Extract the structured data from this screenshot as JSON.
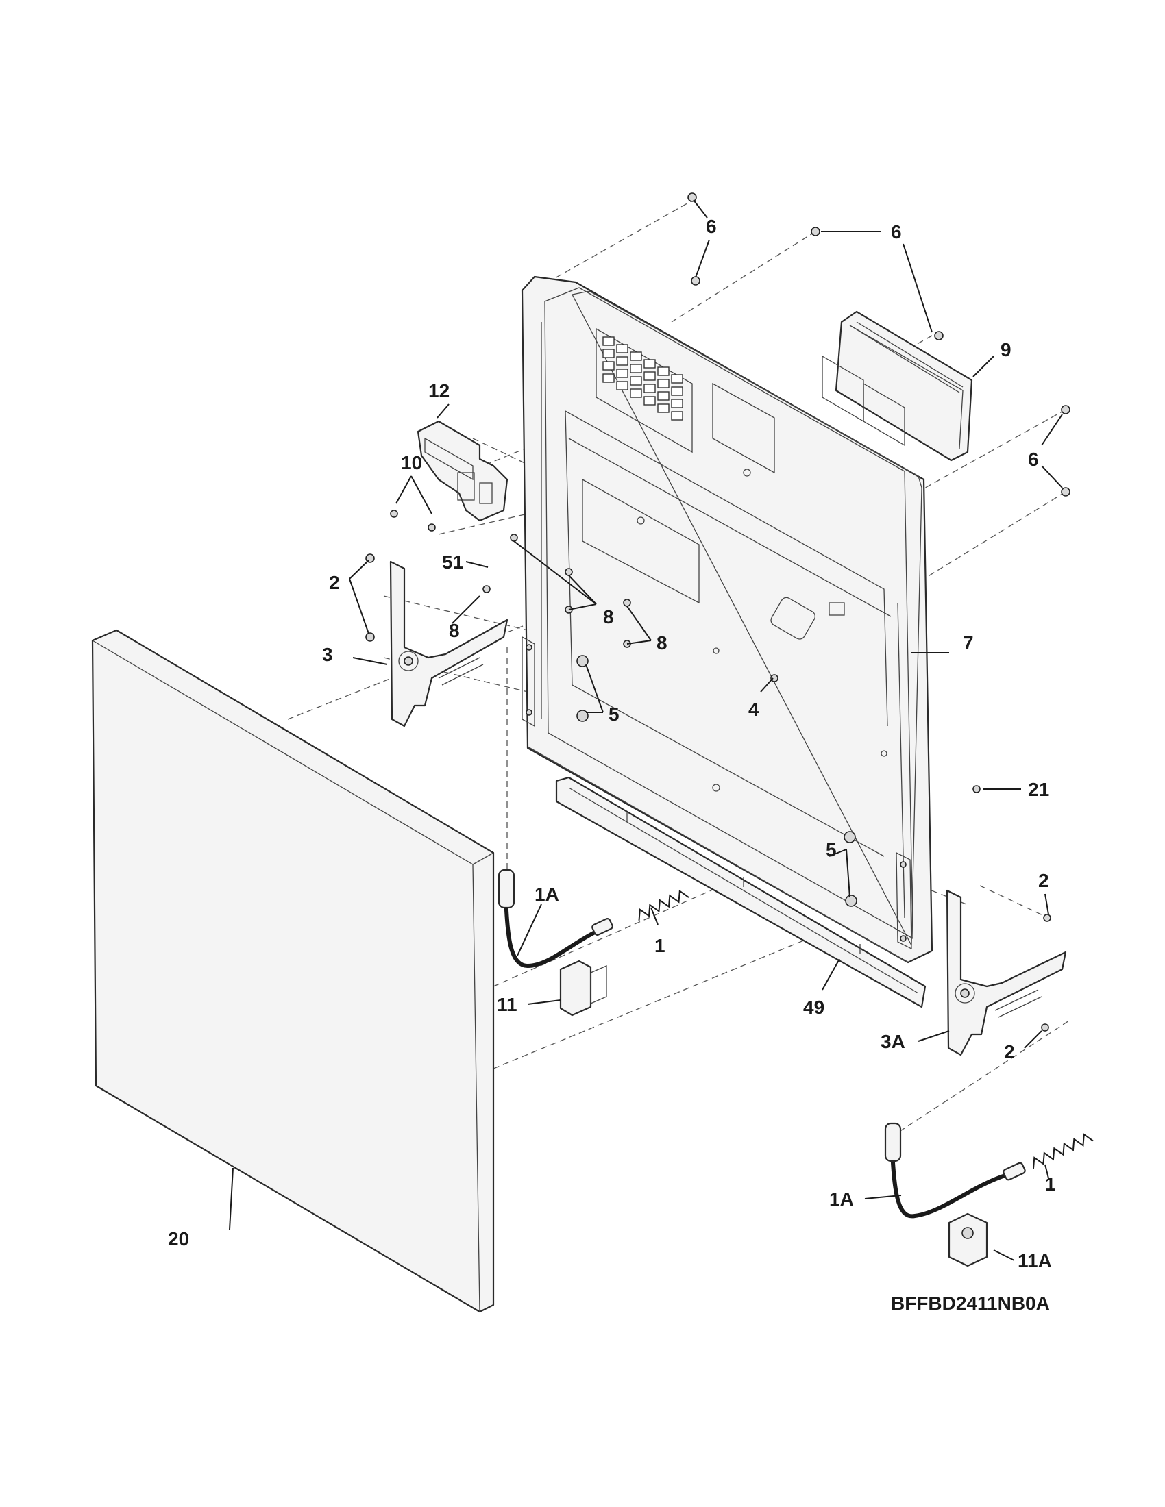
{
  "diagram": {
    "model_code": "BFFBD2411NB0A",
    "callouts": {
      "c_1a": "1",
      "c_1b": "1",
      "c_1A_a": "1A",
      "c_1A_b": "1A",
      "c_2a": "2",
      "c_2b": "2",
      "c_2c": "2",
      "c_3": "3",
      "c_3A": "3A",
      "c_4": "4",
      "c_5a": "5",
      "c_5b": "5",
      "c_6a": "6",
      "c_6b": "6",
      "c_6c": "6",
      "c_7": "7",
      "c_8a": "8",
      "c_8b": "8",
      "c_8c": "8",
      "c_9": "9",
      "c_10": "10",
      "c_11": "11",
      "c_11A": "11A",
      "c_12": "12",
      "c_20": "20",
      "c_21": "21",
      "c_49": "49",
      "c_51": "51"
    }
  }
}
